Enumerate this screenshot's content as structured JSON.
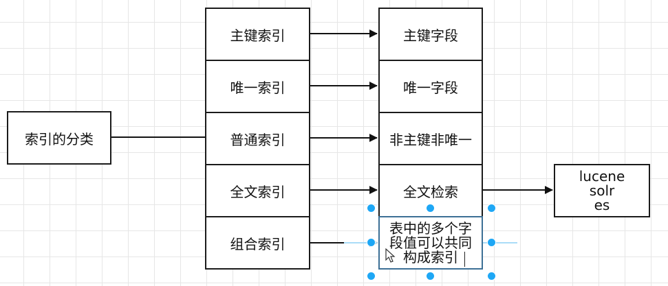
{
  "diagram": {
    "root": "索引的分类",
    "index_types": [
      "主键索引",
      "唯一索引",
      "普通索引",
      "全文索引",
      "组合索引"
    ],
    "fields": [
      "主键字段",
      "唯一字段",
      "非主键非唯一",
      "全文检索"
    ],
    "composite_note": [
      "表中的多个字",
      "段值可以共同",
      "构成索引"
    ],
    "fulltext_tools": [
      "lucene",
      "solr",
      "es"
    ]
  }
}
